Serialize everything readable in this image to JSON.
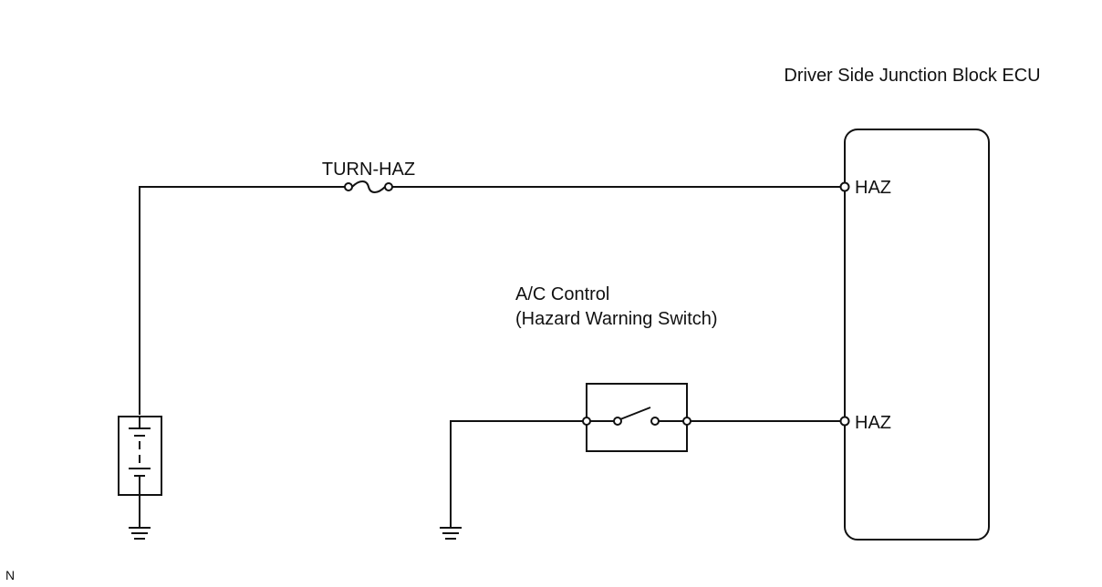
{
  "diagram": {
    "ecu_name": "Driver Side Junction Block ECU",
    "fuse_label": "TURN-HAZ",
    "pin_haz_top": "HAZ",
    "pin_haz_bottom": "HAZ",
    "switch_name_line1": "A/C Control",
    "switch_name_line2": "(Hazard Warning Switch)",
    "corner_mark": "N"
  },
  "colors": {
    "line": "#111111",
    "background": "#ffffff"
  }
}
